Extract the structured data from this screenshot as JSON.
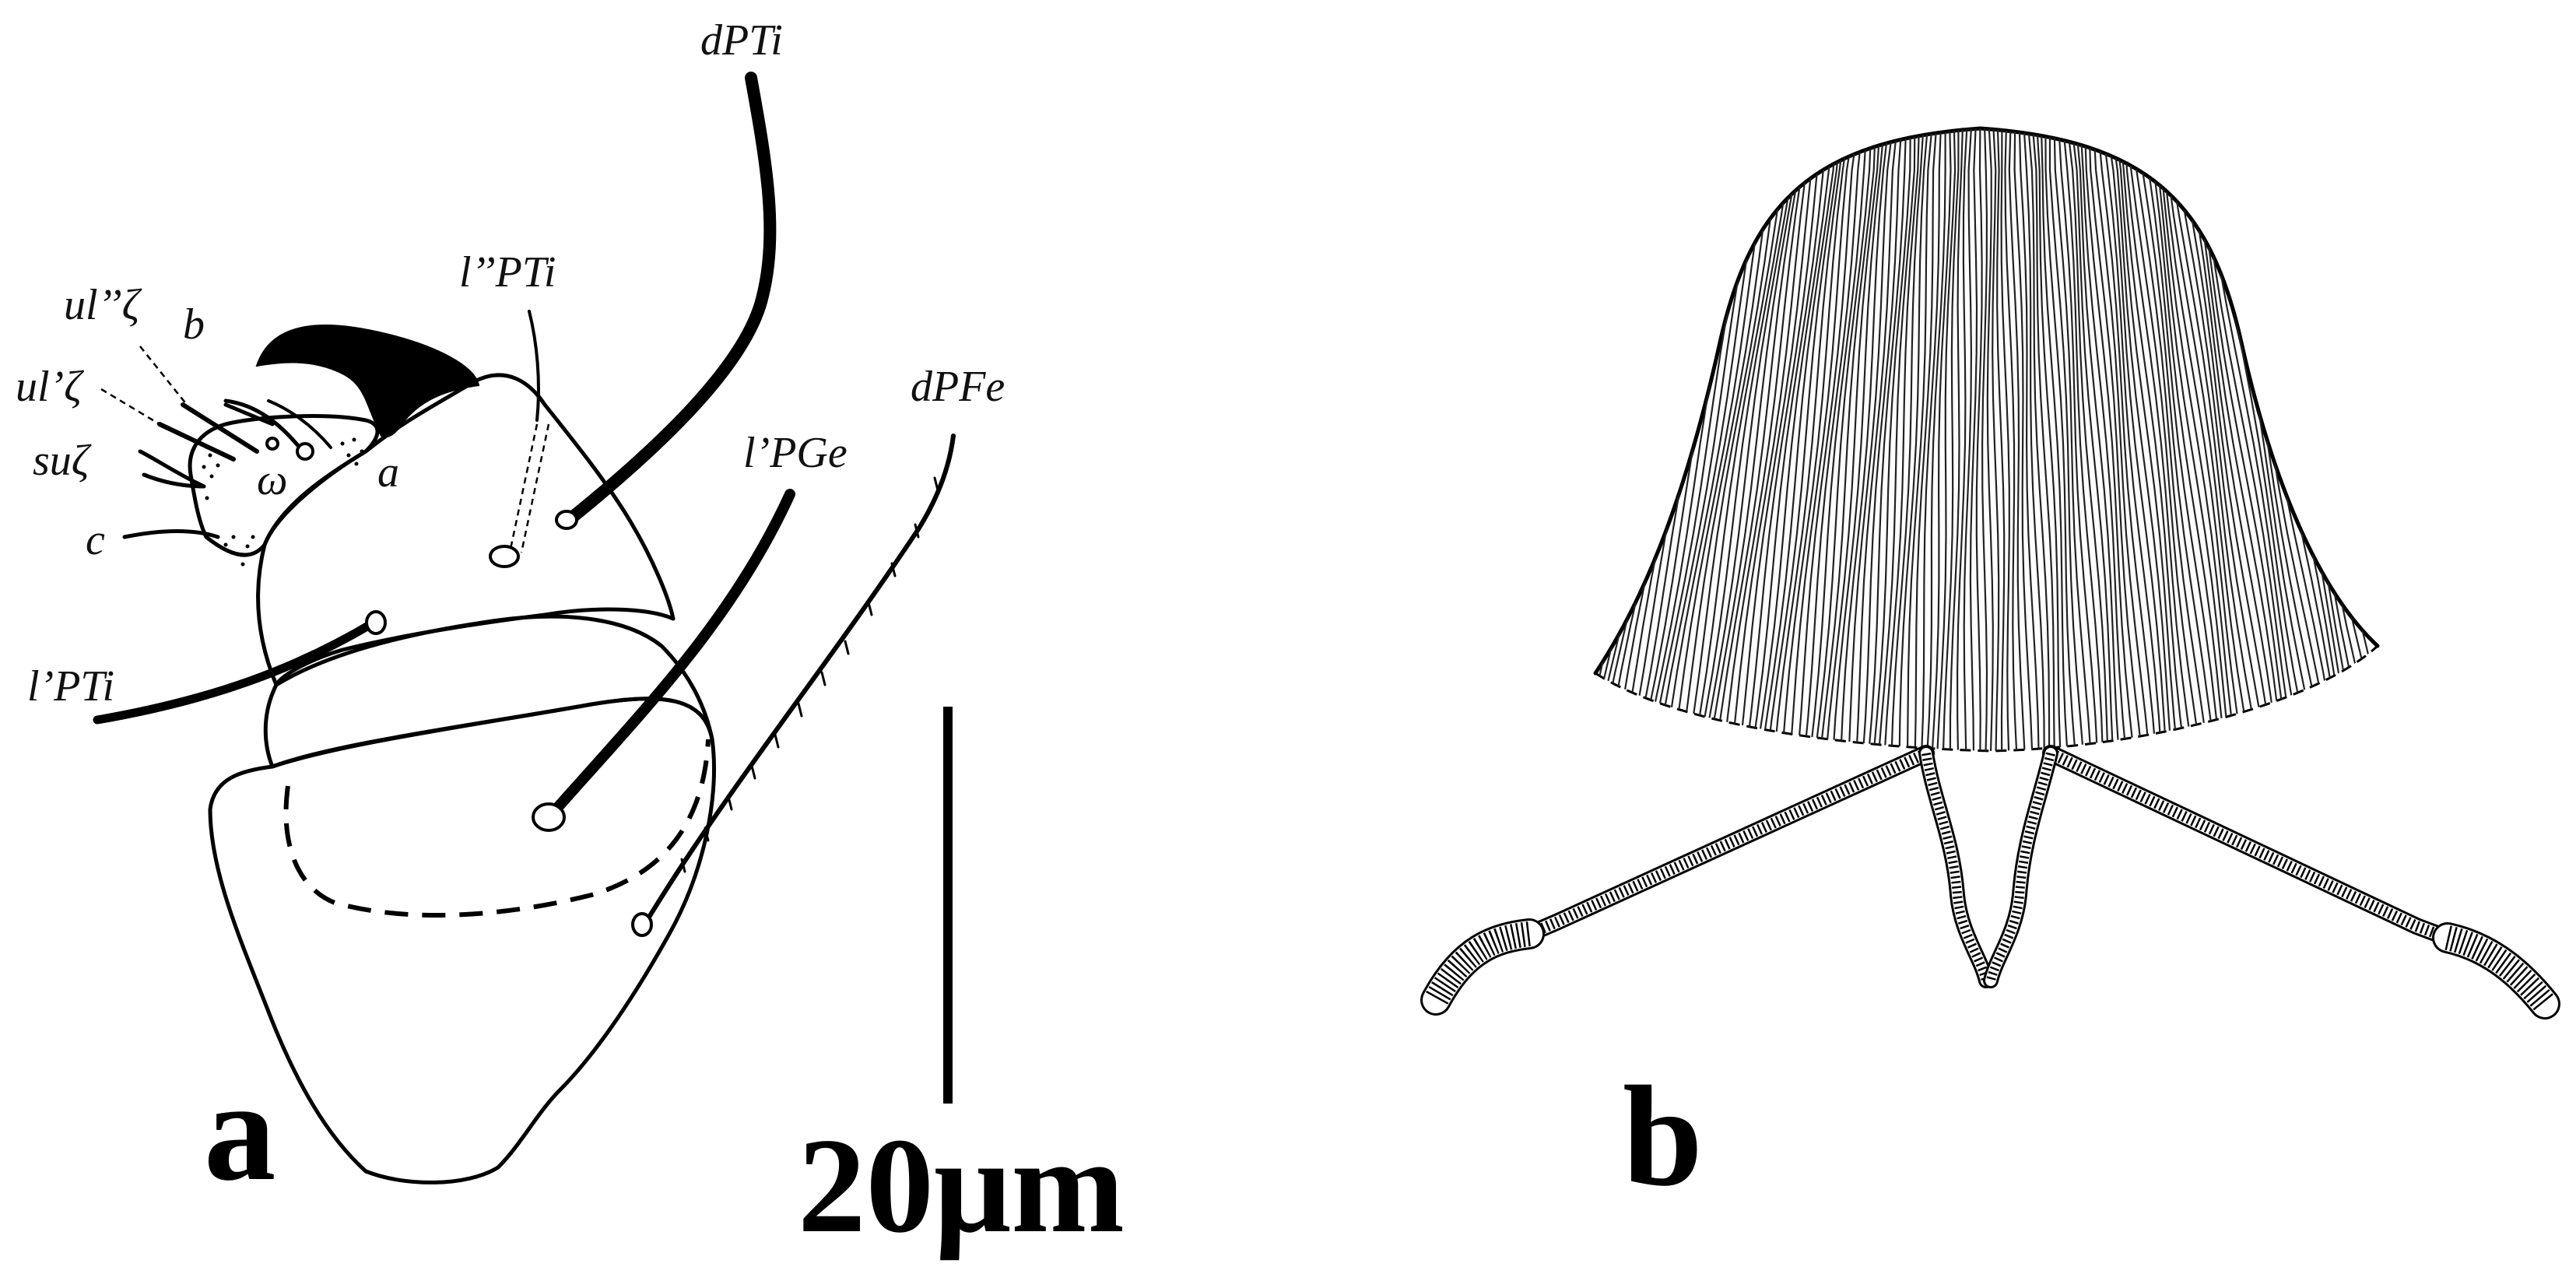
{
  "panel_a": {
    "panel_label": "a",
    "setae_labels": {
      "dPTi": "dPTi",
      "l2PTi": "l’’PTi",
      "dPFe": "dPFe",
      "l1PGe": "l’PGe",
      "l1PTi": "l’PTi",
      "ul2zeta": "ul’’ζ",
      "ul1zeta": "ul’ζ",
      "suzeta": "suζ",
      "b": "b",
      "c": "c",
      "a": "a",
      "omega": "ω"
    }
  },
  "scale_bar": {
    "label": "20μm"
  },
  "panel_b": {
    "panel_label": "b"
  }
}
